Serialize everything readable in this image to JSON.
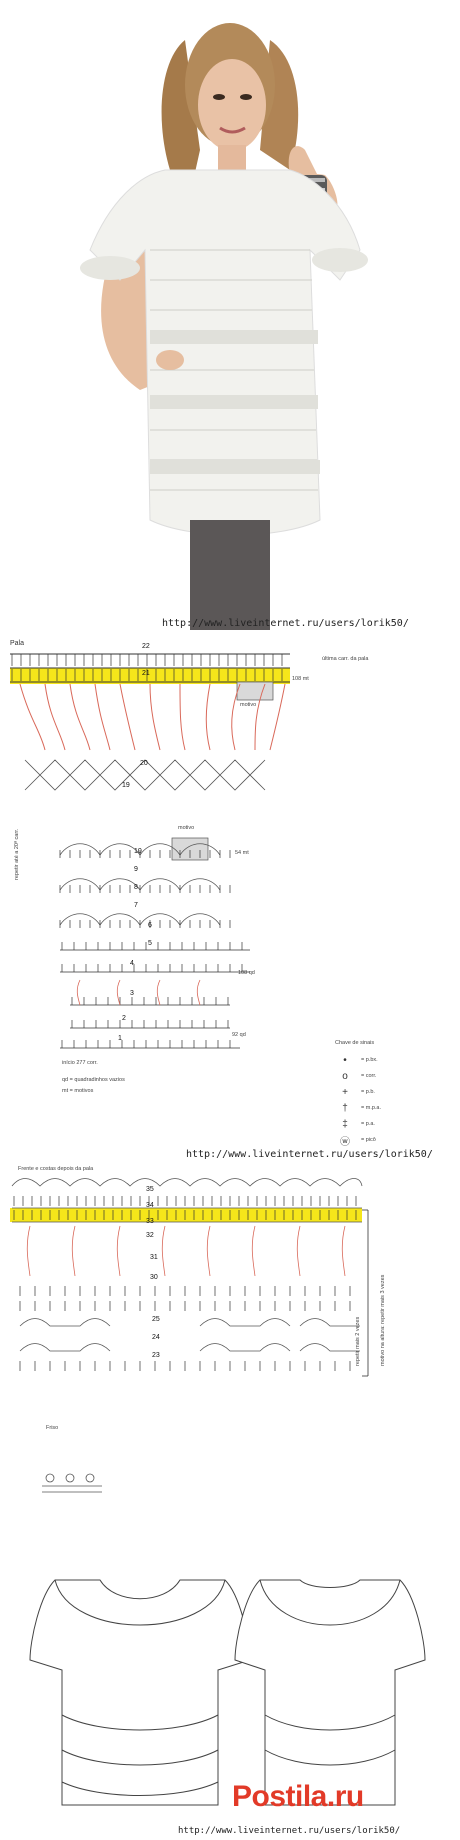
{
  "photo_url": "http://www.liveinternet.ru/users/lorik50/",
  "pala": {
    "title": "Pala",
    "last_row_label": "última carr. da pala",
    "count_108mt": "108 mt",
    "motivo_label_1": "motivo",
    "motivo_label_2": "motivo",
    "count_54mt": "54 mt",
    "repeat_label": "repetir até a 20ª carr.",
    "count_108qd": "108 qd",
    "count_92qd": "92 qd",
    "start_label": "início 277 corr.",
    "qd_def": "qd = quadradinhos vazios",
    "mt_def": "mt = motivos",
    "row_numbers": [
      "22",
      "21",
      "20",
      "19",
      "10",
      "9",
      "8",
      "7",
      "6",
      "5",
      "4",
      "3",
      "2",
      "1"
    ]
  },
  "legend": {
    "title": "Chave de sinais",
    "items": [
      {
        "symbol": "•",
        "text": "= p.bx."
      },
      {
        "symbol": "o",
        "text": "= corr."
      },
      {
        "symbol": "+",
        "text": "= p.b."
      },
      {
        "symbol": "†",
        "text": "= m.p.a."
      },
      {
        "symbol": "‡",
        "text": "= p.a."
      },
      {
        "symbol": "ⓦ",
        "text": "= picô"
      }
    ]
  },
  "url_mid": "http://www.liveinternet.ru/users/lorik50/",
  "frente": {
    "title": "Frente e costas depois da pala",
    "row_numbers": [
      "35",
      "34",
      "33",
      "32",
      "31",
      "30",
      "25",
      "24",
      "23"
    ],
    "side_label_1": "motivo na altura: repetir mais 3 vezes",
    "side_label_2": "repetir mais 2 vezes"
  },
  "friso": {
    "title": "Friso"
  },
  "url_bottom": "http://www.liveinternet.ru/users/lorik50/",
  "watermark": "Postila.ru",
  "colors": {
    "highlight": "#f5e61a",
    "chain_red": "#d9695a",
    "watermark": "#e23a28"
  }
}
